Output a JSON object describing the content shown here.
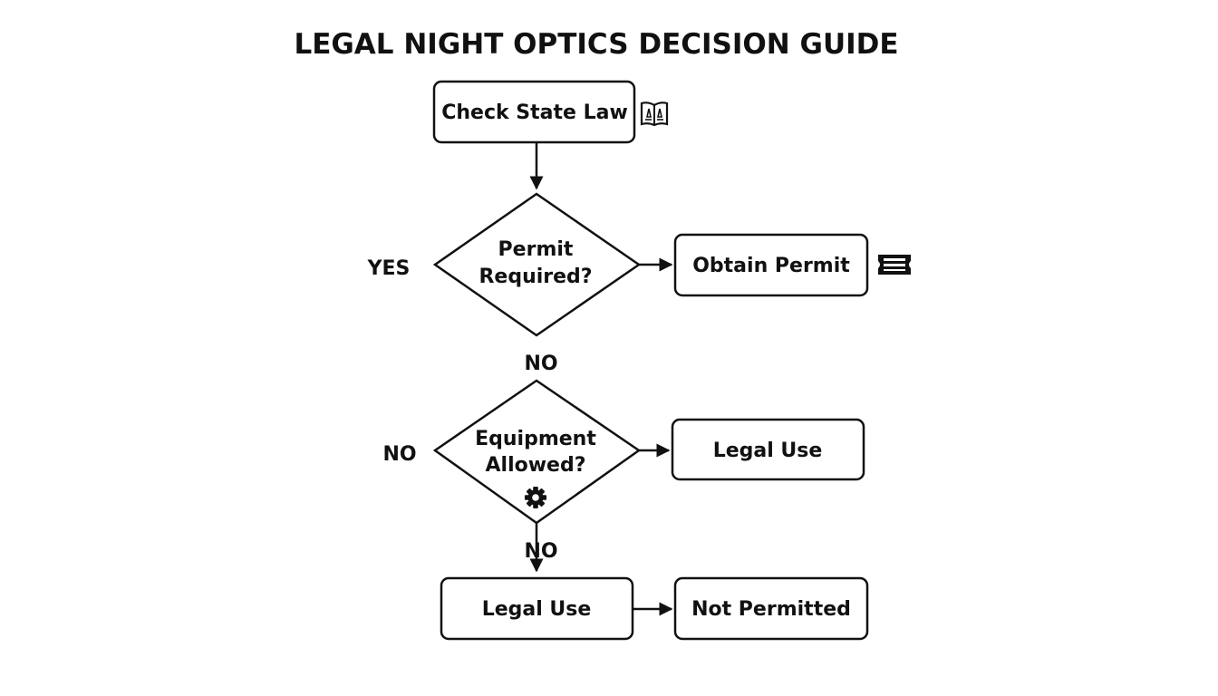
{
  "title": "LEGAL NIGHT OPTICS DECISION GUIDE",
  "nodes": {
    "check_state_law": {
      "label": "Check State Law",
      "icon": "law-book-icon"
    },
    "permit_required": {
      "line1": "Permit",
      "line2": "Required?"
    },
    "obtain_permit": {
      "label": "Obtain Permit",
      "icon": "permit-ticket-icon"
    },
    "equipment_allowed": {
      "line1": "Equipment",
      "line2": "Allowed?",
      "icon": "gear-icon"
    },
    "legal_use_right": {
      "label": "Legal Use"
    },
    "legal_use_bottom": {
      "label": "Legal Use"
    },
    "not_permitted": {
      "label": "Not Permitted"
    }
  },
  "branches": {
    "permit_yes": "YES",
    "permit_no": "NO",
    "equipment_left_no": "NO",
    "equipment_bottom_no": "NO"
  },
  "colors": {
    "stroke": "#111111",
    "background": "#ffffff"
  }
}
